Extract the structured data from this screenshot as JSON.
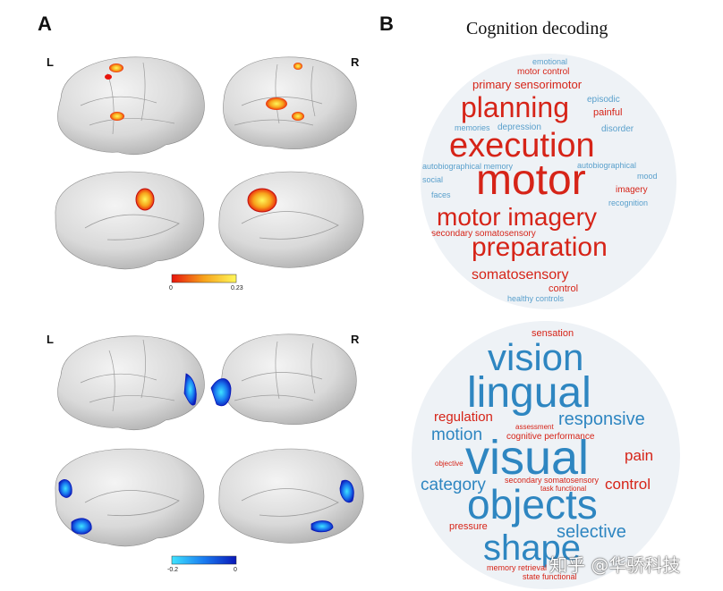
{
  "panel_a": {
    "letter": "A",
    "top_left_label": "L",
    "top_right_label": "R",
    "bottom_left_label": "L",
    "bottom_right_label": "R",
    "top_colorbar": {
      "min": "0",
      "max": "0.23",
      "colors": [
        "#e8140c",
        "#f7a31b",
        "#fff75a"
      ]
    },
    "bottom_colorbar": {
      "min": "-0.2",
      "max": "0",
      "colors": [
        "#3fe3ff",
        "#1a7bf0",
        "#0a18b8"
      ]
    }
  },
  "panel_b": {
    "letter": "B",
    "title": "Cognition decoding",
    "cloud_top_words": [
      {
        "text": "emotional"
      },
      {
        "text": "motor control"
      },
      {
        "text": "primary sensorimotor"
      },
      {
        "text": "episodic"
      },
      {
        "text": "planning"
      },
      {
        "text": "painful"
      },
      {
        "text": "memories"
      },
      {
        "text": "depression"
      },
      {
        "text": "disorder"
      },
      {
        "text": "execution"
      },
      {
        "text": "autobiographical memory"
      },
      {
        "text": "autobiographical"
      },
      {
        "text": "social"
      },
      {
        "text": "motor"
      },
      {
        "text": "mood"
      },
      {
        "text": "imagery"
      },
      {
        "text": "faces"
      },
      {
        "text": "recognition"
      },
      {
        "text": "motor imagery"
      },
      {
        "text": "secondary somatosensory"
      },
      {
        "text": "preparation"
      },
      {
        "text": "somatosensory"
      },
      {
        "text": "control"
      },
      {
        "text": "healthy controls"
      }
    ],
    "cloud_bottom_words": [
      {
        "text": "sensation"
      },
      {
        "text": "vision"
      },
      {
        "text": "lingual"
      },
      {
        "text": "regulation"
      },
      {
        "text": "responsive"
      },
      {
        "text": "assessment"
      },
      {
        "text": "motion"
      },
      {
        "text": "cognitive performance"
      },
      {
        "text": "visual"
      },
      {
        "text": "pain"
      },
      {
        "text": "objective"
      },
      {
        "text": "secondary somatosensory"
      },
      {
        "text": "category"
      },
      {
        "text": "task functional"
      },
      {
        "text": "control"
      },
      {
        "text": "objects"
      },
      {
        "text": "pressure"
      },
      {
        "text": "selective"
      },
      {
        "text": "shape"
      },
      {
        "text": "memory retrieval"
      },
      {
        "text": "state functional"
      }
    ]
  },
  "watermark": "知乎 @华骄科技"
}
